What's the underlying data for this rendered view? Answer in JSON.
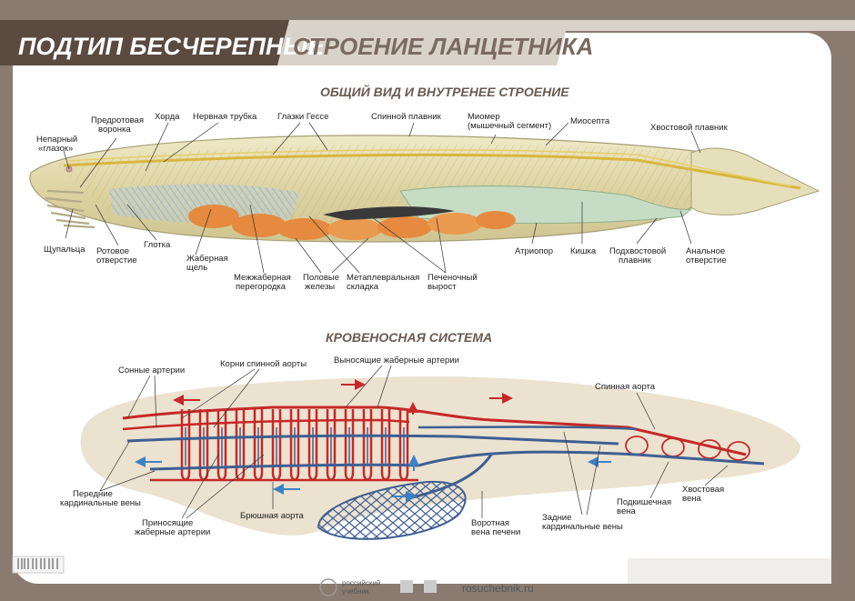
{
  "title": {
    "part1": "ПОДТИП БЕСЧЕРЕПНЫЕ",
    "part2": "СТРОЕНИЕ ЛАНЦЕТНИКА"
  },
  "section1": {
    "title": "ОБЩИЙ ВИД И ВНУТРЕНЕЕ СТРОЕНИЕ",
    "labels": {
      "unpaired_eye": [
        "Непарный",
        "«глазок»"
      ],
      "preoral_funnel": [
        "Предротовая",
        "воронка"
      ],
      "chord": "Хорда",
      "neural_tube": "Нервная трубка",
      "hesse_eyes": "Глазки Гессе",
      "dorsal_fin": "Спинной плавник",
      "myomere": [
        "Миомер",
        "(мышечный сегмент)"
      ],
      "myosepta": "Миосепта",
      "caudal_fin": "Хвостовой плавник",
      "tentacles": "Щупальца",
      "mouth": [
        "Ротовое",
        "отверстие"
      ],
      "pharynx": "Глотка",
      "gill_slit": [
        "Жаберная",
        "щель"
      ],
      "interbranchial_septum": [
        "Межжаберная",
        "перегородка"
      ],
      "gonads": [
        "Половые",
        "железы"
      ],
      "metapleural_fold": [
        "Метаплевральная",
        "складка"
      ],
      "hepatic_outgrowth": [
        "Печеночный",
        "вырост"
      ],
      "atriopore": "Атриопор",
      "intestine": "Кишка",
      "subcaudal_fin": [
        "Подхвостовой",
        "плавник"
      ],
      "anus": [
        "Анальное",
        "отверстие"
      ]
    }
  },
  "section2": {
    "title": "КРОВЕНОСНАЯ СИСТЕМА",
    "labels": {
      "carotid_arteries": "Сонные артерии",
      "dorsal_aorta_roots": "Корни спинной аорты",
      "efferent_branchial": "Выносящие жаберные артерии",
      "dorsal_aorta": "Спинная аорта",
      "anterior_cardinal": [
        "Передние",
        "кардинальные вены"
      ],
      "afferent_branchial": [
        "Приносящие",
        "жаберные артерии"
      ],
      "ventral_aorta": "Брюшная аорта",
      "portal_vein": [
        "Воротная",
        "вена печени"
      ],
      "posterior_cardinal": [
        "Задние",
        "кардинальные вены"
      ],
      "subintestinal_vein": [
        "Подкишечная",
        "вена"
      ],
      "caudal_vein": [
        "Хвостовая",
        "вена"
      ]
    }
  },
  "footer": {
    "publisher": [
      "российский",
      "учебник"
    ],
    "site": "rosuchebnik.ru"
  },
  "colors": {
    "artery": "#c62828",
    "vein": "#3f5f93",
    "title_dark": "#5a4a40",
    "body": "#ddd4a8"
  }
}
